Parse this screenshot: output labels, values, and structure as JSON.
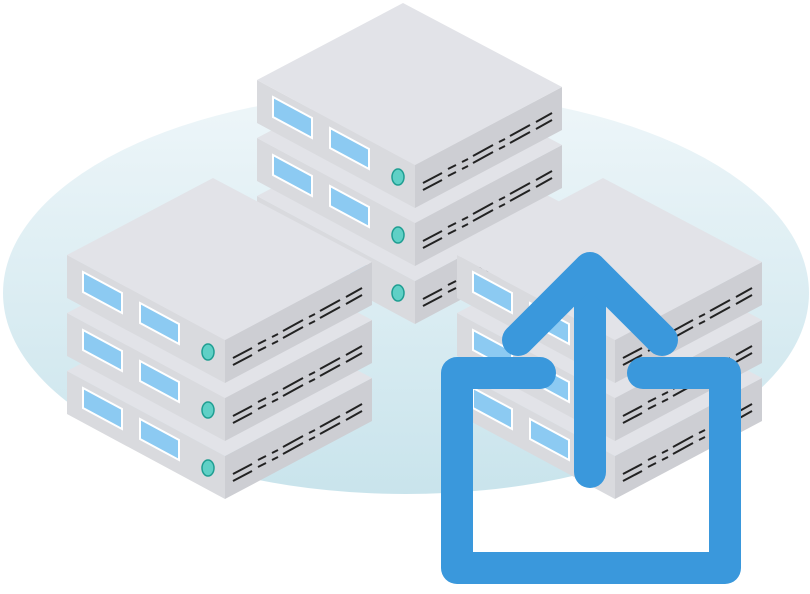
{
  "illustration": {
    "subject": "server-stacks-with-export-icon",
    "stacks": [
      {
        "name": "back-stack",
        "units": 3
      },
      {
        "name": "left-stack",
        "units": 3
      },
      {
        "name": "right-stack",
        "units": 3
      }
    ],
    "colors": {
      "backdrop_top": "#eef6f9",
      "backdrop_bottom": "#c9e4ec",
      "server_top": "#e2e3e8",
      "server_left": "#d9dade",
      "server_right": "#cdced3",
      "window": "#8ccaf2",
      "led": "#5fd0c6",
      "export_icon": "#3a98dc"
    }
  }
}
